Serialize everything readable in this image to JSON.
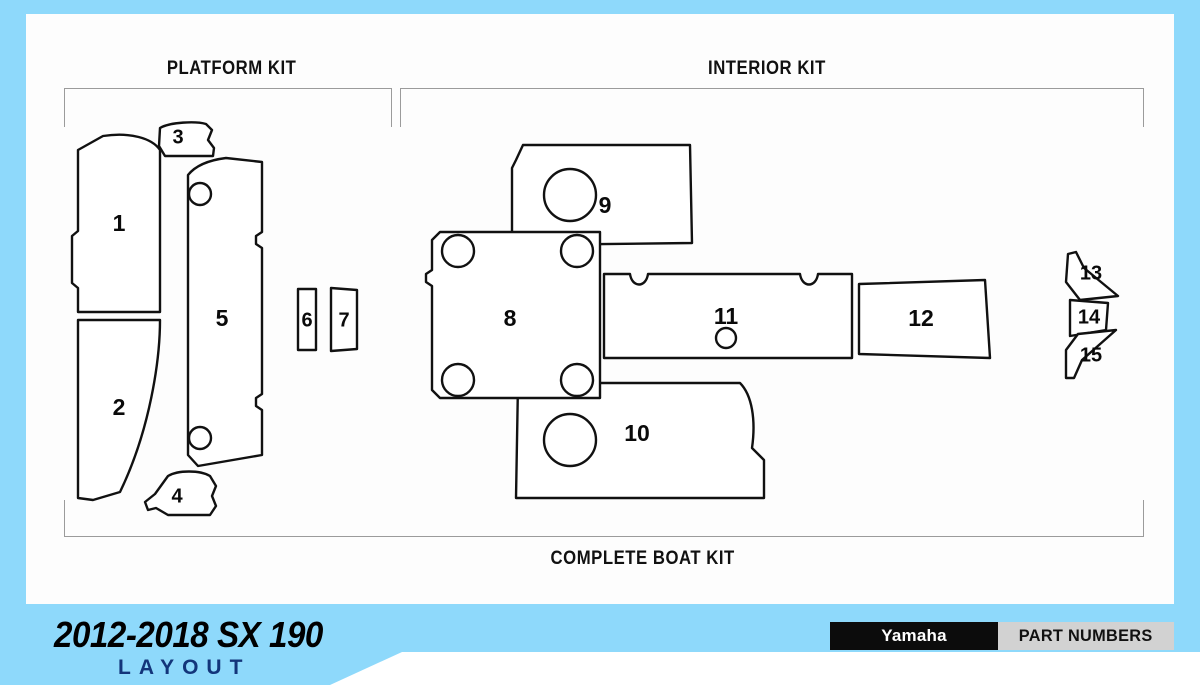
{
  "document": {
    "title": "2012-2018 SX 190",
    "subtitle": "LAYOUT",
    "brand": "Yamaha",
    "section_label": "PART NUMBERS",
    "accent_color": "#8ed9fb",
    "line_color": "#111111",
    "bracket_color": "#9b9b9b"
  },
  "kits": {
    "platform": "PLATFORM KIT",
    "interior": "INTERIOR KIT",
    "complete": "COMPLETE BOAT KIT"
  },
  "parts": [
    {
      "id": "1",
      "label": "1",
      "group": "platform",
      "shape": "curved-panel-upper-left"
    },
    {
      "id": "2",
      "label": "2",
      "group": "platform",
      "shape": "curved-panel-lower-left"
    },
    {
      "id": "3",
      "label": "3",
      "group": "platform",
      "shape": "small-wedge-top"
    },
    {
      "id": "4",
      "label": "4",
      "group": "platform",
      "shape": "small-wedge-bottom"
    },
    {
      "id": "5",
      "label": "5",
      "group": "platform",
      "shape": "tall-strip-with-holes"
    },
    {
      "id": "6",
      "label": "6",
      "group": "platform",
      "shape": "narrow-rectangle"
    },
    {
      "id": "7",
      "label": "7",
      "group": "platform",
      "shape": "narrow-rectangle"
    },
    {
      "id": "8",
      "label": "8",
      "group": "interior",
      "shape": "square-four-corner-holes"
    },
    {
      "id": "9",
      "label": "9",
      "group": "interior",
      "shape": "upper-panel-with-hole"
    },
    {
      "id": "10",
      "label": "10",
      "group": "interior",
      "shape": "lower-panel-with-hole"
    },
    {
      "id": "11",
      "label": "11",
      "group": "interior",
      "shape": "long-strip-two-notches"
    },
    {
      "id": "12",
      "label": "12",
      "group": "interior",
      "shape": "trapezoid-panel"
    },
    {
      "id": "13",
      "label": "13",
      "group": "interior",
      "shape": "small-sliver-top"
    },
    {
      "id": "14",
      "label": "14",
      "group": "interior",
      "shape": "small-sliver-mid"
    },
    {
      "id": "15",
      "label": "15",
      "group": "interior",
      "shape": "small-sliver-bottom"
    }
  ]
}
